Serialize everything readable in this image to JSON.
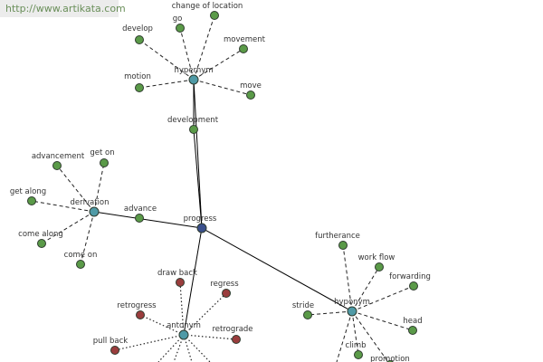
{
  "watermark": "http://www.artikata.com",
  "colors": {
    "center": "#3a4f8c",
    "hub": "#4f9aa6",
    "leaf_green": "#5a9a48",
    "leaf_red": "#9a3d3d"
  },
  "center": {
    "id": "progress",
    "label": "progress"
  },
  "hubs": [
    {
      "id": "hypernym-top",
      "label": "hypernym"
    },
    {
      "id": "derivation",
      "label": "derivation"
    },
    {
      "id": "hyponym",
      "label": "hyponym"
    },
    {
      "id": "antonym",
      "label": "antonym"
    }
  ],
  "leaves": [
    {
      "id": "change-of-location",
      "label": "change of location",
      "hub": "hypernym-top",
      "color": "green"
    },
    {
      "id": "go",
      "label": "go",
      "hub": "hypernym-top",
      "color": "green"
    },
    {
      "id": "develop",
      "label": "develop",
      "hub": "hypernym-top",
      "color": "green"
    },
    {
      "id": "movement",
      "label": "movement",
      "hub": "hypernym-top",
      "color": "green"
    },
    {
      "id": "motion",
      "label": "motion",
      "hub": "hypernym-top",
      "color": "green"
    },
    {
      "id": "move",
      "label": "move",
      "hub": "hypernym-top",
      "color": "green"
    },
    {
      "id": "development",
      "label": "development",
      "hub": "hypernym-top",
      "color": "green"
    },
    {
      "id": "advancement",
      "label": "advancement",
      "hub": "derivation",
      "color": "green"
    },
    {
      "id": "get-on",
      "label": "get on",
      "hub": "derivation",
      "color": "green"
    },
    {
      "id": "get-along",
      "label": "get along",
      "hub": "derivation",
      "color": "green"
    },
    {
      "id": "advance",
      "label": "advance",
      "hub": "derivation",
      "color": "green"
    },
    {
      "id": "come-along",
      "label": "come along",
      "hub": "derivation",
      "color": "green"
    },
    {
      "id": "come-on",
      "label": "come on",
      "hub": "derivation",
      "color": "green"
    },
    {
      "id": "furtherance",
      "label": "furtherance",
      "hub": "hyponym",
      "color": "green"
    },
    {
      "id": "work-flow",
      "label": "work flow",
      "hub": "hyponym",
      "color": "green"
    },
    {
      "id": "forwarding",
      "label": "forwarding",
      "hub": "hyponym",
      "color": "green"
    },
    {
      "id": "stride",
      "label": "stride",
      "hub": "hyponym",
      "color": "green"
    },
    {
      "id": "head",
      "label": "head",
      "hub": "hyponym",
      "color": "green"
    },
    {
      "id": "climb",
      "label": "climb",
      "hub": "hyponym",
      "color": "green"
    },
    {
      "id": "promotion",
      "label": "promotion",
      "hub": "hyponym",
      "color": "green"
    },
    {
      "id": "draw-back",
      "label": "draw back",
      "hub": "antonym",
      "color": "red"
    },
    {
      "id": "regress",
      "label": "regress",
      "hub": "antonym",
      "color": "red"
    },
    {
      "id": "retrogress",
      "label": "retrogress",
      "hub": "antonym",
      "color": "red"
    },
    {
      "id": "retrograde",
      "label": "retrograde",
      "hub": "antonym",
      "color": "red"
    },
    {
      "id": "pull-back",
      "label": "pull back",
      "hub": "antonym",
      "color": "red"
    }
  ]
}
